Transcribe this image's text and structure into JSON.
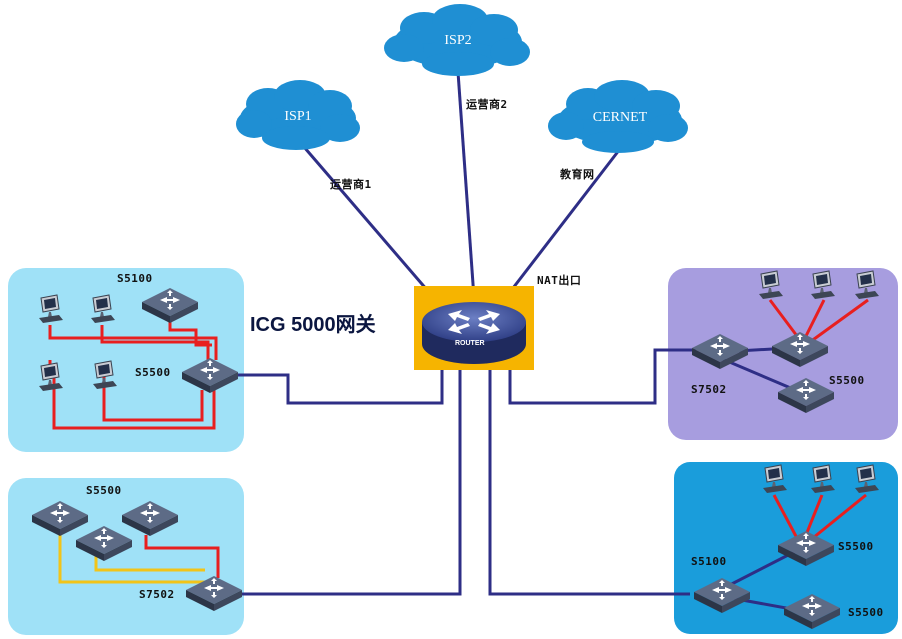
{
  "gateway": {
    "title": "ICG 5000网关",
    "router_text": "ROUTER",
    "nat_label": "NAT出口"
  },
  "clouds": [
    {
      "name": "ISP1",
      "link_label": "运营商1"
    },
    {
      "name": "ISP2",
      "link_label": "运营商2"
    },
    {
      "name": "CERNET",
      "link_label": "教育网"
    }
  ],
  "zones": {
    "top_left": {
      "top_switch": "S5100",
      "main_switch": "S5500"
    },
    "bottom_left": {
      "top_switch": "S5500",
      "main_switch": "S7502"
    },
    "top_right": {
      "main_switch": "S7502",
      "access_switch": "S5500"
    },
    "bottom_right": {
      "main_switch": "S5100",
      "access_switch_1": "S5500",
      "access_switch_2": "S5500"
    }
  },
  "colors": {
    "zone_light_blue": "#9fe1f7",
    "zone_lavender": "#a79ddf",
    "zone_blue": "#1a9ddb",
    "link_navy": "#2e2e86",
    "link_red": "#e81f1f",
    "link_yellow": "#f2c418",
    "cloud_blue": "#1f8fd3",
    "gateway_gold": "#f6b400"
  }
}
